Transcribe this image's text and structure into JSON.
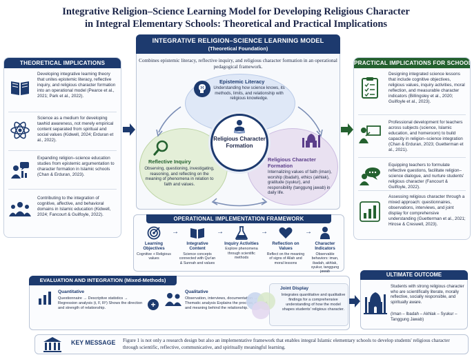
{
  "title": {
    "line1": "Integrative Religion–Science Learning Model for Developing Religious Character",
    "line2": "in Integral Elementary Schools: Theoretical and Practical Implications"
  },
  "theoretical": {
    "heading": "THEORETICAL IMPLICATIONS",
    "items": [
      {
        "icon": "book-icon",
        "text": "Developing integrative learning theory that unites epistemic literacy, reflective inquiry, and religious character formation into an operational model (Pearce et al., 2021; Park et al., 2022)."
      },
      {
        "icon": "atom-icon",
        "text": "Science as a medium for developing tawhid awareness, not merely empirical content separated from spiritual and social values (Kidwell, 2024; Erduran et al., 2022)."
      },
      {
        "icon": "discussion-icon",
        "text": "Expanding religion–science education studies from epistemic argumentation to character formation in Islamic schools (Chan & Erduran, 2023)."
      },
      {
        "icon": "group-icon",
        "text": "Contributing to the integration of cognitive, affective, and behavioral domains in Islamic education (Kidwell, 2024; Fancourt & Guilfoyle, 2022)."
      }
    ]
  },
  "model": {
    "heading": "INTEGRATIVE RELIGION–SCIENCE LEARNING MODEL",
    "subheading": "(Theoretical Foundation)",
    "intro": "Combines epistemic literacy, reflective inquiry, and religious character formation in an operational pedagogical framework.",
    "epistemic": {
      "title": "Epistemic Literacy",
      "text": "Understanding how science knows, its methods, limits, and relationship with religious knowledge."
    },
    "reflective": {
      "title": "Reflective Inquiry",
      "text": "Observing, questioning, investigating, reasoning, and reflecting on the meaning of phenomena in relation to faith and values."
    },
    "character": {
      "title": "Religious Character Formation",
      "text": "Internalizing values of faith (iman), worship (ibadah), ethics (akhlak), gratitude (syukur), and responsibility (tanggung jawab) in daily life."
    },
    "core": "Religious Character Formation"
  },
  "practical": {
    "heading": "PRACTICAL IMPLICATIONS FOR SCHOOLS",
    "items": [
      {
        "icon": "checklist-icon",
        "text": "Designing integrated science lessons that include cognitive objectives, religious values, inquiry activities, moral reflection, and measurable character indicators (Billingsley et al., 2020; Guilfoyle et al., 2023)."
      },
      {
        "icon": "teacher-icon",
        "text": "Professional development for teachers across subjects (science, Islamic education, and homeroom) to build capacity in religion–science integration (Chan & Erduran, 2023; Guetterman et al., 2021)."
      },
      {
        "icon": "speech-icon",
        "text": "Equipping teachers to formulate reflective questions, facilitate religion–science dialogue, and nurture students' religious character (Fancourt & Guilfoyle, 2022)."
      },
      {
        "icon": "bar-chart-icon",
        "text": "Assessing religious character through a mixed approach: questionnaires, observations, interviews, and joint display for comprehensive understanding (Guetterman et al., 2021; Hirose & Creswell, 2023)."
      }
    ]
  },
  "operational": {
    "heading": "OPERATIONAL IMPLEMENTATION FRAMEWORK",
    "steps": [
      {
        "icon": "target-icon",
        "title": "Learning Objectives",
        "desc": "Cognitive + Religious values"
      },
      {
        "icon": "open-book-icon",
        "title": "Integrative Content",
        "desc": "Science concepts connected with Qur'an & Sunnah and values"
      },
      {
        "icon": "flask-icon",
        "title": "Inquiry Activities",
        "desc": "Explore phenomena through scientific methods"
      },
      {
        "icon": "heart-icon",
        "title": "Reflection on Values",
        "desc": "Reflect on the meaning of signs of Allah and moral lessons"
      },
      {
        "icon": "person-icon",
        "title": "Character Indicators",
        "desc": "Observable behaviors: iman, ibadah, akhlak, syukur, tanggung jawab"
      }
    ]
  },
  "evaluation": {
    "heading": "EVALUATION AND INTEGRATION (Mixed-Methods)",
    "quant_title": "Quantitative",
    "quant_text": "Questionnaire → Descriptive statistics → Regression analysis (t, F, R²) Shows the direction and strength of relationship.",
    "qual_title": "Qualitative",
    "qual_text": "Observation, interviews, documentation → Thematic analysis Explains the process, context, and meaning behind the relationship.",
    "joint_title": "Joint Display",
    "joint_text": "Integrates quantitative and qualitative findings for a comprehensive understanding of how the model shapes students' religious character.",
    "plus": "+"
  },
  "outcome": {
    "heading": "ULTIMATE OUTCOME",
    "text": "Students with strong religious character who are scientifically literate, morally reflective, socially responsible, and spiritually aware.",
    "values": "(Iman – Ibadah – Akhlak – Syukur – Tanggung Jawab)"
  },
  "key": {
    "label": "KEY MESSAGE",
    "text": "Figure 1 is not only a research design but also an implementative framework that enables integral Islamic elementary schools to develop students' religious character through scientific, reflective, communicative, and spiritually meaningful learning."
  },
  "colors": {
    "navy": "#1d3a6e",
    "green": "#24612f",
    "epistemic": "#dfe8f7",
    "reflective": "#e4efd8",
    "character": "#e9e1f1"
  }
}
